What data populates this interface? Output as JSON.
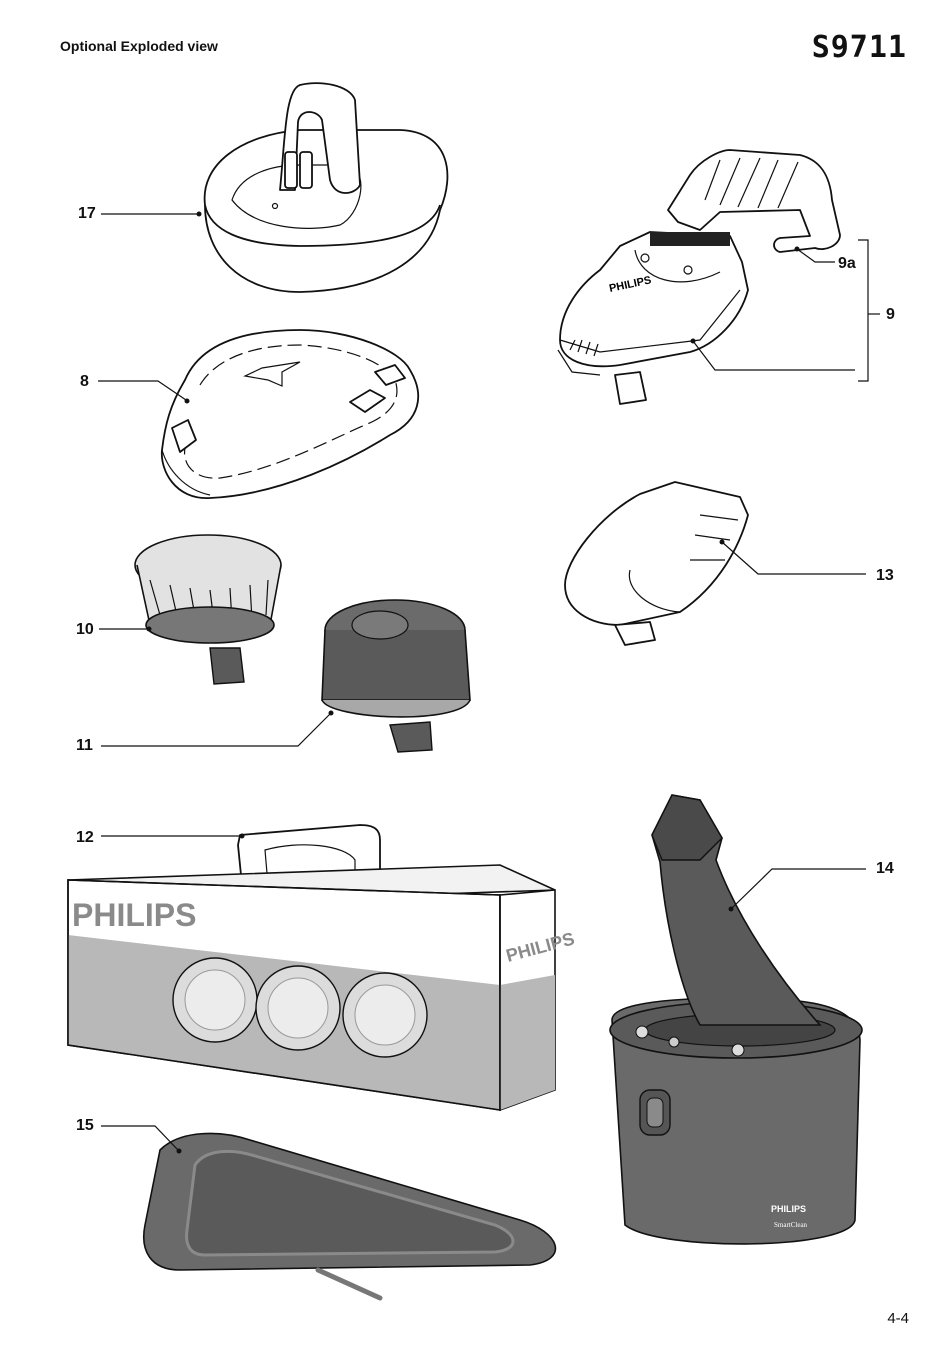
{
  "header": {
    "title": "Optional Exploded view",
    "model": "S9711"
  },
  "footer": {
    "page_number": "4-4"
  },
  "callouts": {
    "c17": "17",
    "c8": "8",
    "c9a": "9a",
    "c9": "9",
    "c13": "13",
    "c10": "10",
    "c11": "11",
    "c12": "12",
    "c14": "14",
    "c15": "15"
  },
  "product_text": {
    "trimmer_brand": "PHILIPS",
    "box_brand_front": "PHILIPS",
    "box_brand_side": "PHILIPS",
    "station_brand": "PHILIPS",
    "station_model": "SmartClean"
  },
  "colors": {
    "line": "#111111",
    "dark_gray": "#5a5a5a",
    "mid_gray": "#8a8a8a",
    "light_gray": "#b8b8b8",
    "bristle": "#e2e2e2"
  }
}
